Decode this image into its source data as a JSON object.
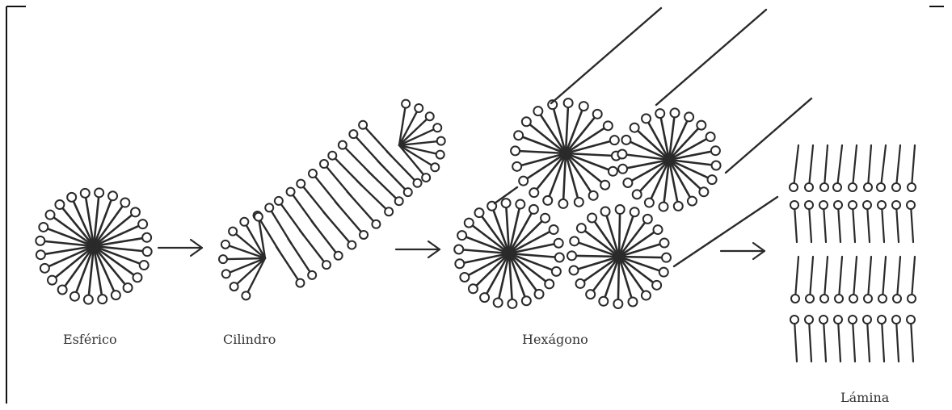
{
  "diagram": {
    "stages": [
      {
        "id": "esferico",
        "label": "Esférico"
      },
      {
        "id": "cilindro",
        "label": "Cilindro"
      },
      {
        "id": "hexagono",
        "label": "Hexágono"
      },
      {
        "id": "lamina",
        "label": "Lámina"
      }
    ],
    "transition_count": 3,
    "colors": {
      "line": "#2a2a2a",
      "head_fill": "#ffffff",
      "background": "#ffffff"
    }
  }
}
